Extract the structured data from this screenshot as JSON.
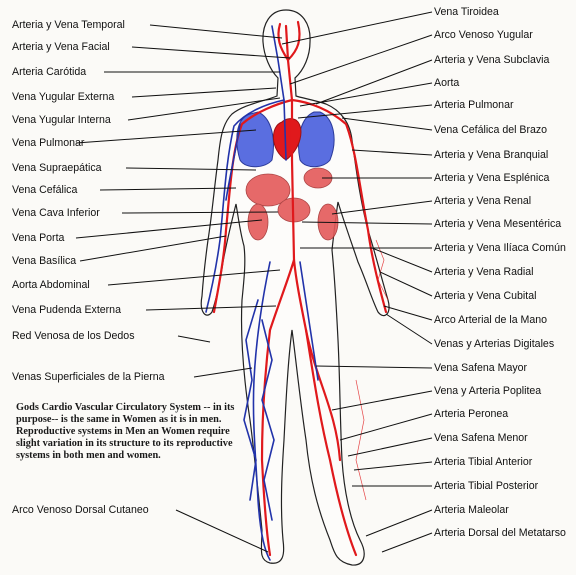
{
  "left_labels": [
    "Arteria y Vena Temporal",
    "Arteria y Vena Facial",
    "Arteria Carótida",
    "Vena Yugular Externa",
    "Vena Yugular Interna",
    "Vena Pulmonar",
    "Vena  Supraepática",
    "Vena Cefálica",
    "Vena Cava Inferior",
    "Vena Porta",
    "Vena Basílica",
    "Aorta Abdominal",
    "Vena Pudenda Externa",
    "Red Venosa de los Dedos",
    "Venas Superficiales de la Pierna",
    "Arco Venoso Dorsal Cutaneo"
  ],
  "right_labels": [
    "Vena Tiroidea",
    "Arco Venoso Yugular",
    "Arteria y Vena Subclavia",
    "Aorta",
    "Arteria Pulmonar",
    "Vena Cefálica del Brazo",
    "Arteria y Vena Branquial",
    "Arteria y Vena Esplénica",
    "Arteria y Vena Renal",
    "Arteria y Vena Mesentérica",
    "Arteria y Vena Ilíaca Común",
    "Arteria y Vena Radial",
    "Arteria y Vena Cubital",
    "Arco Arterial de la Mano",
    "Venas y Arterias Digitales",
    "Vena Safena Mayor",
    "Vena y Arteria Poplitea",
    "Arteria Peronea",
    "Vena Safena Menor",
    "Arteria Tibial Anterior",
    "Arteria Tibial Posterior",
    "Arteria Maleolar",
    "Arteria Dorsal del Metatarso"
  ],
  "note": "Gods Cardio Vascular Circulatory System -- in its purpose-- is the same in Women as it is in men. Reproductive systems in Men an Women require slight variation in its structure to its reproductive systems in both men and women.",
  "colors": {
    "artery": "#e0191c",
    "vein": "#2233aa",
    "lung": "#5a6ee0",
    "organ": "#e45a5a",
    "outline": "#222222"
  }
}
